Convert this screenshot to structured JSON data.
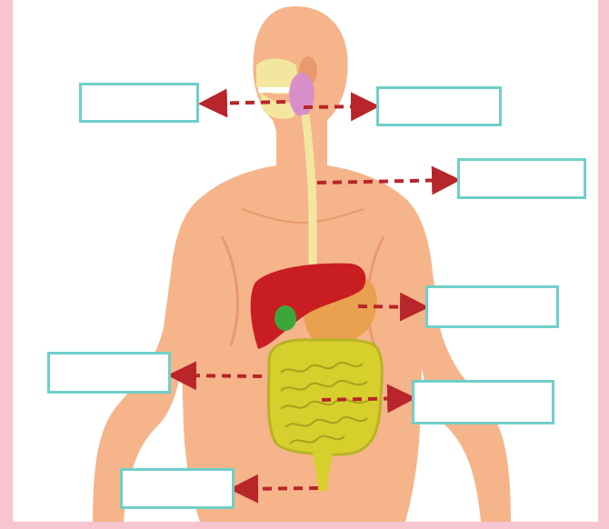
{
  "diagram": {
    "subject": "digestive-system",
    "colors": {
      "frame": "#f7c5cf",
      "skin": "#f6b48a",
      "skin_shade": "#e89a6c",
      "liver": "#c81e22",
      "stomach": "#e9a04f",
      "intestine": "#d6cf2c",
      "gallbladder": "#3da63a",
      "esophagus": "#f3e7a0",
      "salivary": "#d88fc9",
      "arrow": "#b8252a",
      "box_border": "#6fcfc8"
    },
    "labels": [
      {
        "id": "mouth",
        "text": ""
      },
      {
        "id": "salivary-gland",
        "text": ""
      },
      {
        "id": "esophagus",
        "text": ""
      },
      {
        "id": "stomach",
        "text": ""
      },
      {
        "id": "liver",
        "text": ""
      },
      {
        "id": "small-intestine",
        "text": ""
      },
      {
        "id": "rectum",
        "text": ""
      }
    ]
  }
}
